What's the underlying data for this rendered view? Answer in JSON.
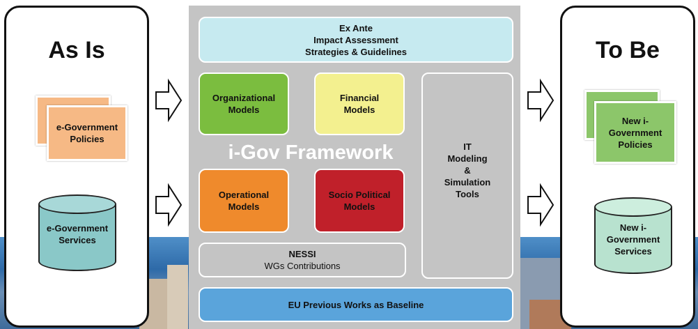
{
  "left_panel": {
    "title": "As Is",
    "policies_label": "e-Government Policies",
    "services_label": "e-Government Services"
  },
  "right_panel": {
    "title": "To Be",
    "policies_label": "New i-Government Policies",
    "services_label": "New i-Government Services"
  },
  "framework": {
    "title": "i-Gov Framework",
    "ex_ante": {
      "line1": "Ex Ante",
      "line2": "Impact Assessment",
      "line3": "Strategies & Guidelines"
    },
    "organizational": {
      "line1": "Organizational",
      "line2": "Models"
    },
    "financial": {
      "line1": "Financial",
      "line2": "Models"
    },
    "operational": {
      "line1": "Operational",
      "line2": "Models"
    },
    "socio_political": {
      "line1": "Socio Political",
      "line2": "Models"
    },
    "it_tools": {
      "line1": "IT",
      "line2": "Modeling",
      "line3": "&",
      "line4": "Simulation",
      "line5": "Tools"
    },
    "nessi": {
      "title": "NESSI",
      "subtitle": "WGs Contributions"
    },
    "baseline": "EU Previous Works as Baseline"
  },
  "colors": {
    "framework_bg": "#c4c4c4",
    "ex_ante": "#c6eaf0",
    "organizational": "#7bbd3f",
    "financial": "#f3f08f",
    "operational": "#ef8a2c",
    "socio_political": "#c0202a",
    "it_tools": "#c4c4c4",
    "baseline": "#5aa4db",
    "as_is_doc": "#f6b985",
    "to_be_doc": "#8cc66a",
    "as_is_cylinder": "#8ac8c8",
    "to_be_cylinder": "#b8e2cf"
  }
}
